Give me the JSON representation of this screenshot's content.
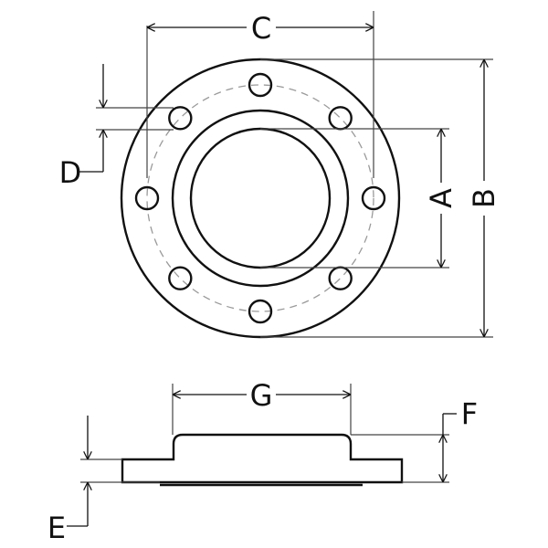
{
  "labels": {
    "A": "A",
    "B": "B",
    "C": "C",
    "D": "D",
    "E": "E",
    "F": "F",
    "G": "G"
  },
  "colors": {
    "line": "#111111",
    "bolt_circle": "#9a9a9a"
  },
  "bolt_holes": 8
}
